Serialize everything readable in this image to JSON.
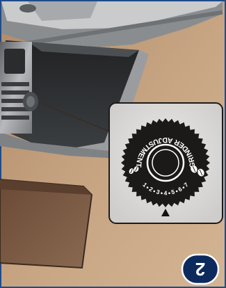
{
  "step": {
    "number": "2"
  },
  "dial": {
    "title": "GRINDER ADJUSTMENT",
    "scale": [
      "1",
      "2",
      "3",
      "4",
      "5",
      "6",
      "7"
    ],
    "fine_icon": "coarse-beans-icon",
    "coarse_icon": "fine-beans-icon",
    "pointer_icon": "triangle-pointer-icon"
  },
  "colors": {
    "background": "#c2a07f",
    "panel": "#d8d6d4",
    "dial": "#1c1a19",
    "step_badge": "#0c2a5c",
    "frame_border": "#1f4b8c"
  }
}
